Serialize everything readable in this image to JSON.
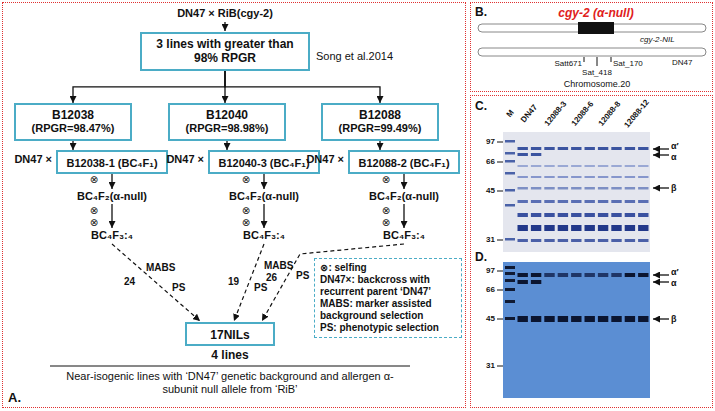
{
  "diagram": {
    "nodes": [
      {
        "text": [
          "A."
        ]
      },
      {
        "text": [
          "3 lines with greater than 98% RPGR"
        ],
        "in": 0
      },
      {
        "text": [
          "B12038",
          "(RPGR=98.47%)"
        ],
        "in": 0
      },
      {
        "text": [
          "B12040",
          "(RPGR=98.98%)"
        ],
        "in": 0
      },
      {
        "text": [
          "B12088",
          "(RPGR=99.49%)"
        ],
        "in": 0
      },
      {
        "text": [
          "B12038-1 (BC₄F₁)"
        ],
        "in": 0
      },
      {
        "text": [
          "B12040-3 (BC₄F₁)"
        ],
        "in": 0
      },
      {
        "text": [
          "B12088-2 (BC₄F₁)"
        ],
        "in": 0
      },
      {
        "text": [
          "17NILs"
        ],
        "in": 0
      },
      {
        "text": [
          "⊗: selfing",
          "DN47×: backcross with recurrent parent ‘DN47’",
          "MABS: marker assisted background selection",
          "PS: phenotypic selection"
        ],
        "in": 0
      },
      {
        "text": [
          "B."
        ]
      },
      {
        "text": [
          "C.",
          "D."
        ]
      }
    ],
    "edges": [
      {
        "from": 1,
        "to": 2,
        "arrow": "to"
      },
      {
        "from": 1,
        "to": 3,
        "arrow": "to"
      },
      {
        "from": 1,
        "to": 4,
        "arrow": "to"
      },
      {
        "from": 2,
        "to": 5,
        "arrow": "to"
      },
      {
        "from": 3,
        "to": 6,
        "arrow": "to"
      },
      {
        "from": 4,
        "to": 7,
        "arrow": "to"
      }
    ],
    "labels": [
      "DN47 × RiB(cgy-2)",
      "Song et al.2014",
      "DN47 ×",
      "DN47 ×",
      "DN47 ×",
      "⊗",
      "BC₄F₂(α-null)",
      "⊗",
      "⊗",
      "BC₄F₃:₄",
      "MABS",
      "24",
      "PS",
      "⊗",
      "BC₄F₂(α-null)",
      "⊗",
      "⊗",
      "BC₄F₃:₄",
      "MABS",
      "19",
      "PS",
      "⊗",
      "BC₄F₂(α-null)",
      "⊗",
      "⊗",
      "BC₄F₃:₄",
      "26",
      "PS",
      "4 lines",
      "Near-isogenic lines with ‘DN47’ genetic background and allergen α-subunit null allele from ‘RiB’",
      "cgy-2 (α-null)",
      "cgy-2-NIL",
      "DN47",
      "Satt671",
      "Sat_418",
      "Sat_170",
      "Chromosome.20",
      "M",
      "DN47",
      "12088-3",
      "12088-6",
      "12088-8",
      "12088-12",
      "97",
      "66",
      "45",
      "31",
      "α′",
      "α",
      "β",
      "97",
      "66",
      "45",
      "31",
      "α′",
      "α",
      "β"
    ]
  }
}
